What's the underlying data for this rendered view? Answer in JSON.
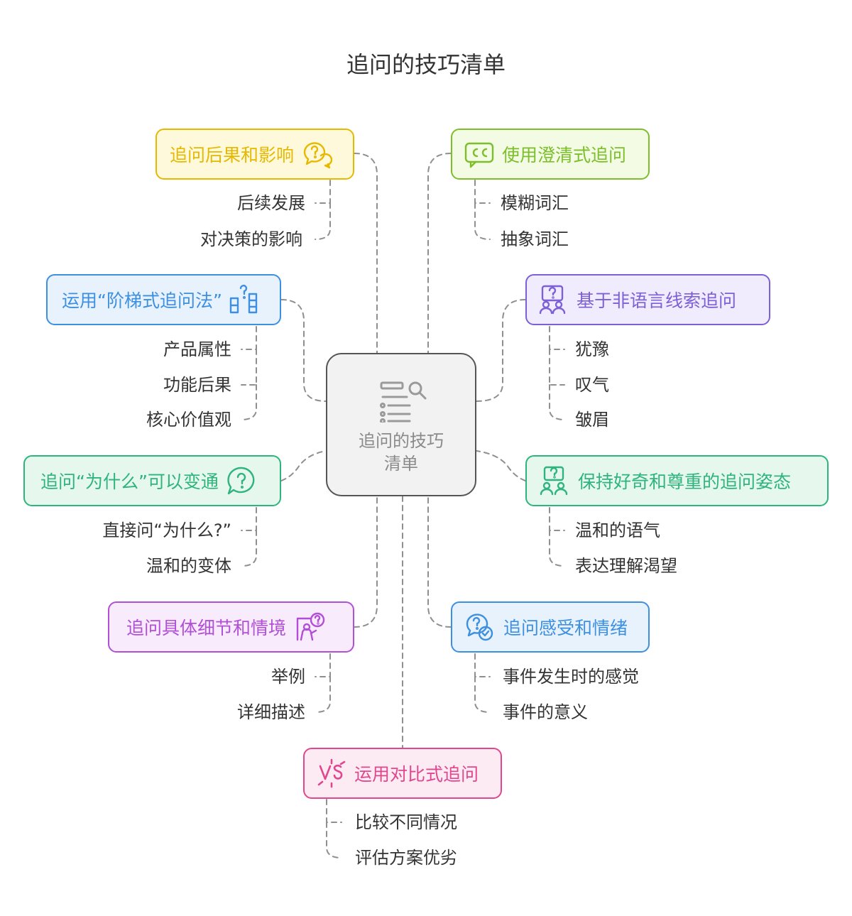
{
  "title": "追问的技巧清单",
  "center": {
    "label_line1": "追问的技巧",
    "label_line2": "清单",
    "icon": "list-search-icon"
  },
  "branches": [
    {
      "label": "追问后果和影响",
      "icon": "question-chat-icon",
      "color": "#e6b800",
      "bg": "#fff9db",
      "items": [
        "后续发展",
        "对决策的影响"
      ]
    },
    {
      "label": "使用澄清式追问",
      "icon": "closed-caption-icon",
      "color": "#7cbf2a",
      "bg": "#f3fbe4",
      "items": [
        "模糊词汇",
        "抽象词汇"
      ]
    },
    {
      "label": "运用“阶梯式追问法”",
      "icon": "ladder-question-icon",
      "color": "#3d8fe0",
      "bg": "#e8f2fd",
      "items": [
        "产品属性",
        "功能后果",
        "核心价值观"
      ]
    },
    {
      "label": "基于非语言线索追问",
      "icon": "person-question-icon",
      "color": "#7d5fd6",
      "bg": "#f1ecfd",
      "items": [
        "犹豫",
        "叹气",
        "皱眉"
      ]
    },
    {
      "label": "追问“为什么”可以变通",
      "icon": "question-bubble-icon",
      "color": "#2eb47c",
      "bg": "#e6f7ee",
      "items": [
        "直接问“为什么?”",
        "温和的变体"
      ]
    },
    {
      "label": "保持好奇和尊重的追问姿态",
      "icon": "group-question-icon",
      "color": "#2eb47c",
      "bg": "#e6f7ee",
      "items": [
        "温和的语气",
        "表达理解渴望"
      ]
    },
    {
      "label": "追问具体细节和情境",
      "icon": "presenter-question-icon",
      "color": "#b14fd6",
      "bg": "#f8ebfc",
      "items": [
        "举例",
        "详细描述"
      ]
    },
    {
      "label": "追问感受和情绪",
      "icon": "chat-check-icon",
      "color": "#3d8fe0",
      "bg": "#e8f2fd",
      "items": [
        "事件发生时的感觉",
        "事件的意义"
      ]
    },
    {
      "label": "运用对比式追问",
      "icon": "versus-icon",
      "color": "#e0478f",
      "bg": "#fdebf3",
      "items": [
        "比较不同情况",
        "评估方案优劣"
      ]
    }
  ]
}
